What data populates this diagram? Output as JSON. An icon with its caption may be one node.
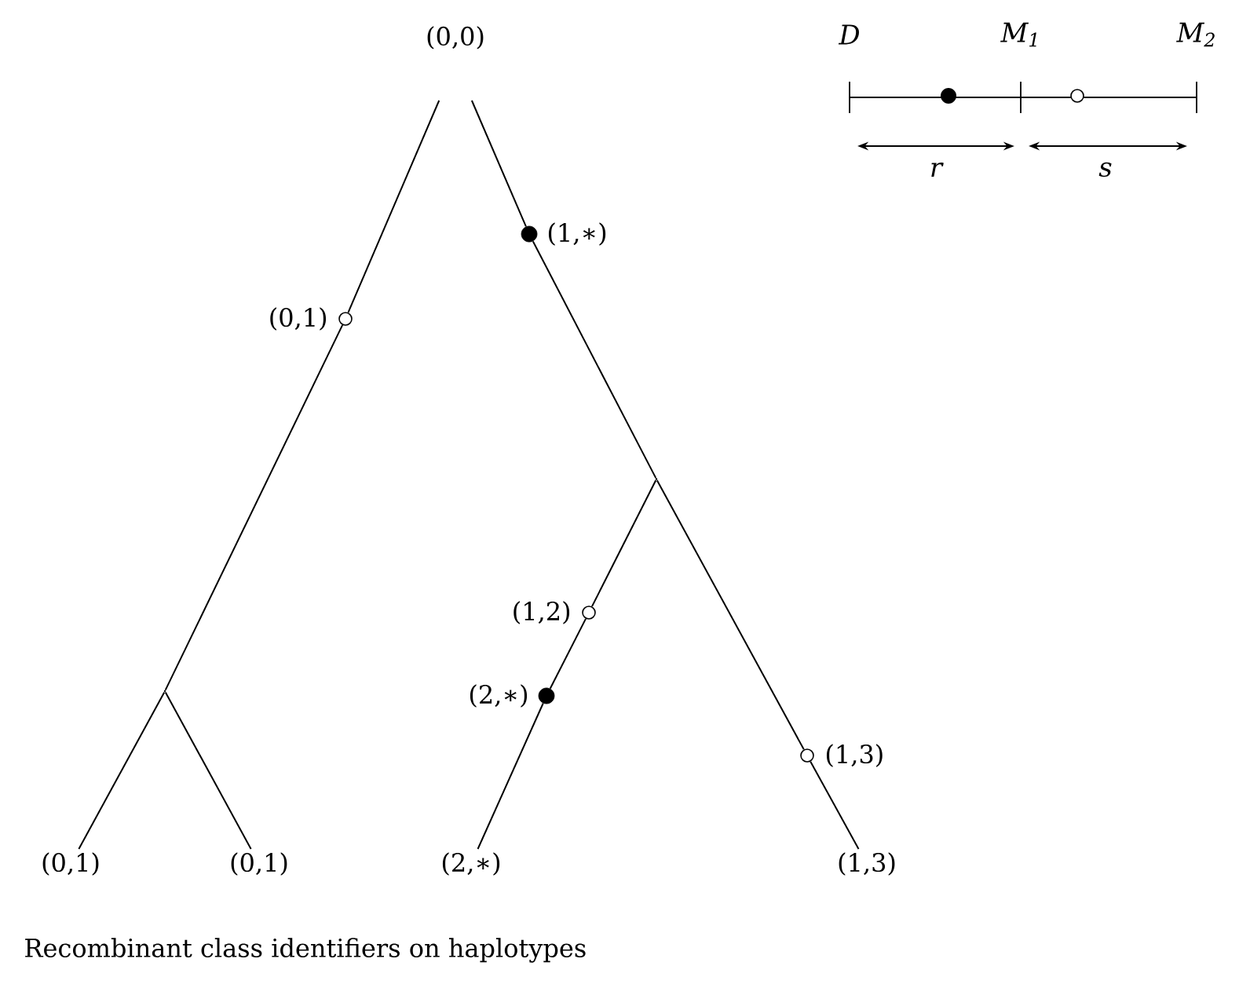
{
  "diagram": {
    "caption": "Recombinant class identifiers on haplotypes",
    "nodes": [
      {
        "text": [
          "(0,0)"
        ]
      },
      {
        "text": [],
        "shape": "dot",
        "beside": [
          "(1,∗)"
        ]
      },
      {
        "text": [],
        "shape": "circle",
        "beside": [
          "(0,1)"
        ]
      },
      {
        "text": [],
        "shape": "point"
      },
      {
        "text": [],
        "shape": "circle",
        "beside": [
          "(1,2)"
        ]
      },
      {
        "text": [],
        "shape": "point"
      },
      {
        "text": [],
        "shape": "dot",
        "beside": [
          "(2,∗)"
        ]
      },
      {
        "text": [],
        "shape": "circle",
        "beside": [
          "(1,3)"
        ]
      },
      {
        "text": [
          "(0,1)"
        ]
      },
      {
        "text": [
          "(0,1)"
        ]
      },
      {
        "text": [
          "(2,∗)"
        ]
      },
      {
        "text": [
          "(1,3)"
        ]
      }
    ],
    "edges": [
      {
        "from": 0,
        "to": 2,
        "arrow": "none"
      },
      {
        "from": 2,
        "to": 5,
        "arrow": "none"
      },
      {
        "from": 5,
        "to": 8,
        "arrow": "none"
      },
      {
        "from": 5,
        "to": 9,
        "arrow": "none"
      },
      {
        "from": 0,
        "to": 1,
        "arrow": "none"
      },
      {
        "from": 1,
        "to": 3,
        "arrow": "none"
      },
      {
        "from": 3,
        "to": 4,
        "arrow": "none"
      },
      {
        "from": 4,
        "to": 6,
        "arrow": "none"
      },
      {
        "from": 6,
        "to": 10,
        "arrow": "none"
      },
      {
        "from": 3,
        "to": 7,
        "arrow": "none"
      },
      {
        "from": 7,
        "to": 11,
        "arrow": "none"
      }
    ],
    "labels": [
      "D",
      "M$_{1}$",
      "M$_{2}$",
      "r",
      "s"
    ]
  }
}
